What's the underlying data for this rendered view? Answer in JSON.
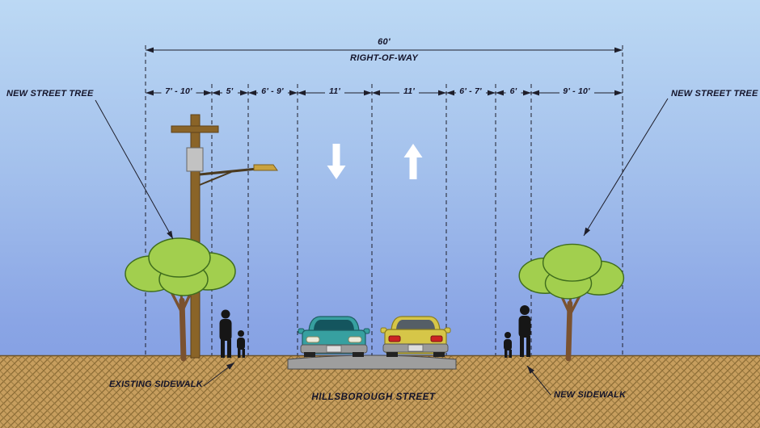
{
  "diagram": {
    "street_name": "HILLSBOROUGH STREET",
    "row": {
      "total": "60'",
      "label": "RIGHT-OF-WAY"
    },
    "segments": [
      {
        "label": "7' - 10'"
      },
      {
        "label": "5'"
      },
      {
        "label": "6' - 9'"
      },
      {
        "label": "11'"
      },
      {
        "label": "11'"
      },
      {
        "label": "6' - 7'"
      },
      {
        "label": "6'"
      },
      {
        "label": "9' - 10'"
      }
    ],
    "callouts": {
      "new_street_tree_left": "NEW STREET TREE",
      "new_street_tree_right": "NEW STREET TREE",
      "existing_sidewalk": "EXISTING SIDEWALK",
      "new_sidewalk": "NEW SIDEWALK"
    },
    "colors": {
      "sky_top": "#bcd9f4",
      "sky_bottom": "#7e9ae1",
      "ground": "#c79e5e",
      "ground_hatch": "#8a6a33",
      "tree_foliage": "#a2cf4e",
      "tree_outline": "#3f6d1d",
      "trunk": "#7a5230",
      "pole": "#8a6428",
      "car_front": "#37a0a0",
      "car_rear": "#d6c648",
      "road": "#9e9e9e",
      "dimension_line": "#1e1e2a",
      "label_text": "#14142a",
      "lane_arrow": "#ffffff"
    }
  }
}
